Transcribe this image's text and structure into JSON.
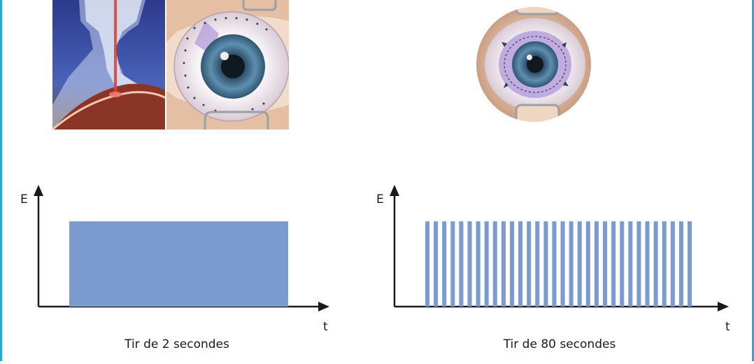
{
  "colors": {
    "frame_border": "#2aa6dc",
    "pulse_fill": "#7b9bd0",
    "axis": "#1a1a1a",
    "laser_beam": "#e0403a",
    "iris": "#5d8fb0",
    "treatment_zone": "#b9a4dc"
  },
  "illustrations": {
    "left": "laser-cone-and-scleral-treatment-illustration",
    "right": "circular-scleral-treatment-illustration"
  },
  "chart_data": [
    {
      "type": "bar",
      "xlabel": "t",
      "ylabel": "E",
      "caption": "Tir de 2 secondes",
      "pulse_count": 1,
      "pulse_level": 0.7
    },
    {
      "type": "bar",
      "xlabel": "t",
      "ylabel": "E",
      "caption": "Tir de 80 secondes",
      "pulse_count": 32,
      "pulse_level": 0.7
    }
  ]
}
